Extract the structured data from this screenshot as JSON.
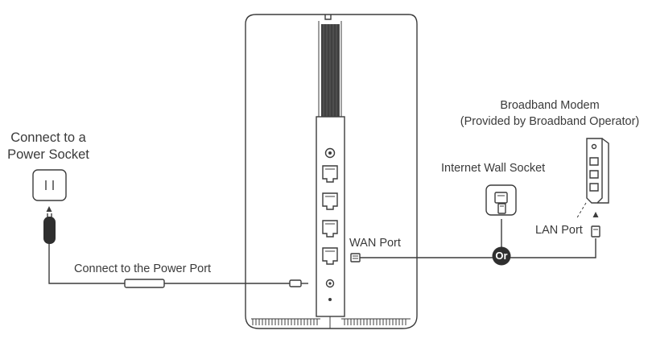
{
  "labels": {
    "power_socket_line1": "Connect to a",
    "power_socket_line2": "Power Socket",
    "power_port": "Connect to the Power Port",
    "wan_port": "WAN Port",
    "wall_socket": "Internet Wall Socket",
    "modem_line1": "Broadband Modem",
    "modem_line2": "(Provided by Broadband Operator)",
    "lan_port": "LAN Port",
    "or": "Or"
  },
  "colors": {
    "line": "#3c3c3c",
    "dark_fill": "#2f2f2f",
    "text": "#3a3a3a"
  }
}
